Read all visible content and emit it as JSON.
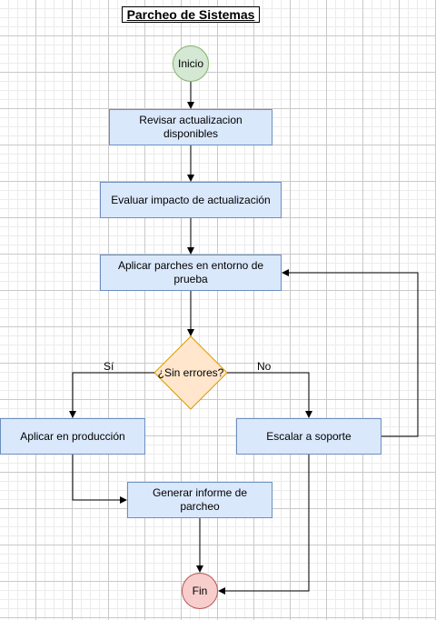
{
  "title": "Parcheo de Sistemas",
  "nodes": {
    "start": "Inicio",
    "check_updates": "Revisar actualizacion disponibles",
    "evaluate_impact": "Evaluar impacto de actualización",
    "apply_test": "Aplicar parches en entorno de prueba",
    "decision": "¿Sin errores?",
    "apply_prod": "Aplicar en producción",
    "escalate": "Escalar a soporte",
    "report": "Generar informe de parcheo",
    "end": "Fin"
  },
  "edge_labels": {
    "yes": "Sí",
    "no": "No"
  },
  "colors": {
    "process_fill": "#dae8fc",
    "process_stroke": "#6c8ebf",
    "start_fill": "#d5e8d4",
    "start_stroke": "#82b366",
    "end_fill": "#f8cecc",
    "end_stroke": "#b85450",
    "decision_fill": "#ffe6cc",
    "decision_stroke": "#d79b00"
  }
}
